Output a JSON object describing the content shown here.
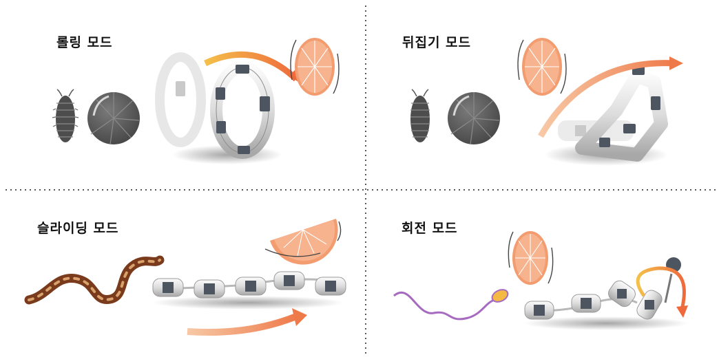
{
  "quadrants": [
    {
      "id": "rolling",
      "title": "롤링 모드"
    },
    {
      "id": "flipping",
      "title": "뒤집기 모드"
    },
    {
      "id": "sliding",
      "title": "슬라이딩 모드"
    },
    {
      "id": "rotating",
      "title": "회전 모드"
    }
  ],
  "colors": {
    "accent_orange": "#f08a5d",
    "accent_yellow": "#f4b942",
    "dark_gray": "#5a5a5a",
    "divider": "#555555",
    "snake_brown": "#7a3a1c",
    "sperm_purple": "#a66ac0"
  }
}
